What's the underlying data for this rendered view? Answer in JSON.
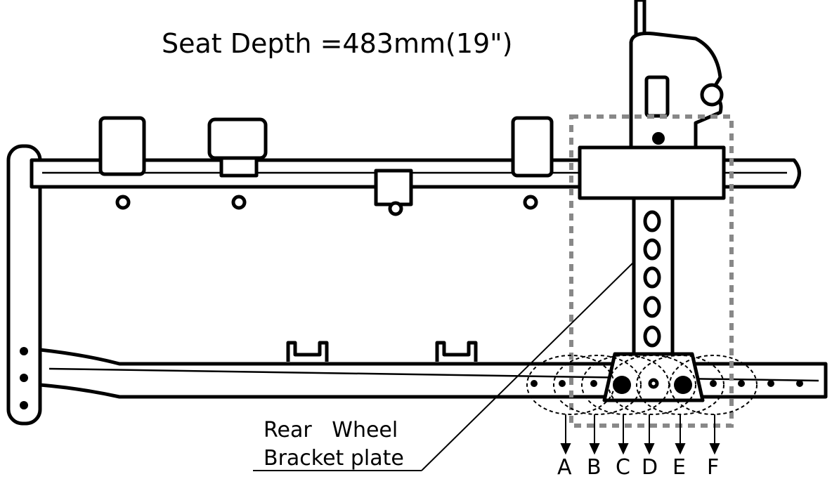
{
  "title": "Seat Depth =483mm(19\")",
  "callout": {
    "line1": "Rear   Wheel",
    "line2": "Bracket plate"
  },
  "positions": [
    "A",
    "B",
    "C",
    "D",
    "E",
    "F"
  ]
}
